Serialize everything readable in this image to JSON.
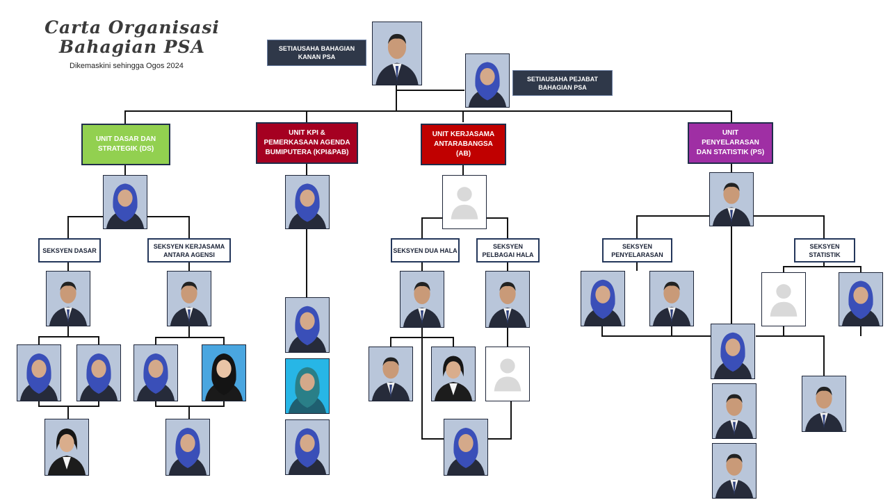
{
  "chart_title_1": "Carta Organisasi",
  "chart_title_2": "Bahagian PSA",
  "updated": "Dikemaskini sehingga Ogos 2024",
  "top": {
    "sub_label": "SETIAUSAHA BAHAGIAN KANAN PSA",
    "sup_label": "SETIAUSAHA PEJABAT BAHAGIAN PSA"
  },
  "units": [
    {
      "label": "UNIT DASAR DAN STRATEGIK (DS)",
      "color": "#92d050"
    },
    {
      "label": "UNIT KPI & PEMERKASAAN AGENDA BUMIPUTERA (KPI&PAB)",
      "color": "#a50021"
    },
    {
      "label": "UNIT KERJASAMA ANTARABANGSA (AB)",
      "color": "#c00000"
    },
    {
      "label": "UNIT PENYELARASAN DAN STATISTIK (PS)",
      "color": "#9f2fa4"
    }
  ],
  "sections": [
    "SEKSYEN DASAR",
    "SEKSYEN KERJASAMA ANTARA AGENSI",
    "SEKSYEN DUA HALA",
    "SEKSYEN PELBAGAI HALA",
    "SEKSYEN PENYELARASAN",
    "SEKSYEN STATISTIK"
  ],
  "colors": {
    "navy_box": "#2f3849",
    "line": "#111111",
    "hijab_blue": "#3a4fb8",
    "suit": "#262b3a",
    "placeholder": "#d9d9d9"
  }
}
